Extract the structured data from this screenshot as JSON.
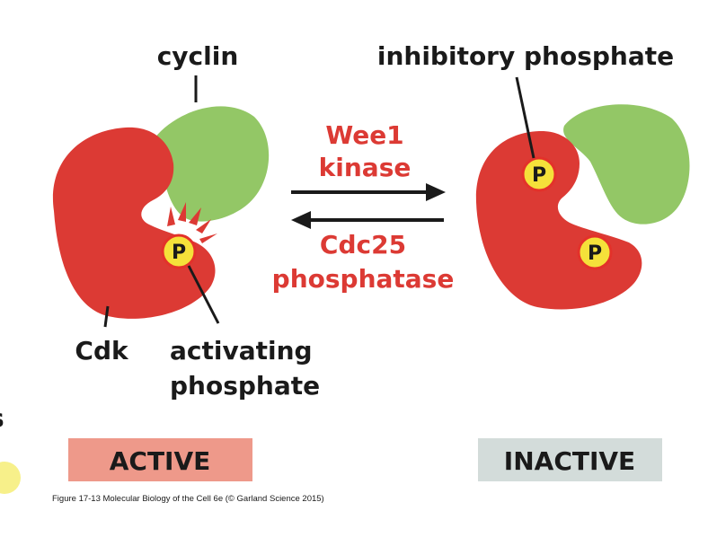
{
  "labels": {
    "cyclin": "cyclin",
    "cdk": "Cdk",
    "activating_line1": "activating",
    "activating_line2": "phosphate",
    "inhibitory": "inhibitory phosphate",
    "forward_line1": "Wee1",
    "forward_line2": "kinase",
    "reverse_line1": "Cdc25",
    "reverse_line2": "phosphatase",
    "phosphate_symbol": "P"
  },
  "states": {
    "active": "ACTIVE",
    "inactive": "INACTIVE"
  },
  "caption": "Figure 17-13 Molecular Biology of the Cell 6e (© Garland Science 2015)",
  "edge_text": "s",
  "colors": {
    "cdk": "#dc3a34",
    "cyclin": "#93c766",
    "phosphate_fill": "#f5e13a",
    "phosphate_ring": "#e3312a",
    "red_text": "#dc3a34",
    "arrow": "#1a1a1a",
    "active_box": "#ee998a",
    "inactive_box": "#d3dcda"
  }
}
